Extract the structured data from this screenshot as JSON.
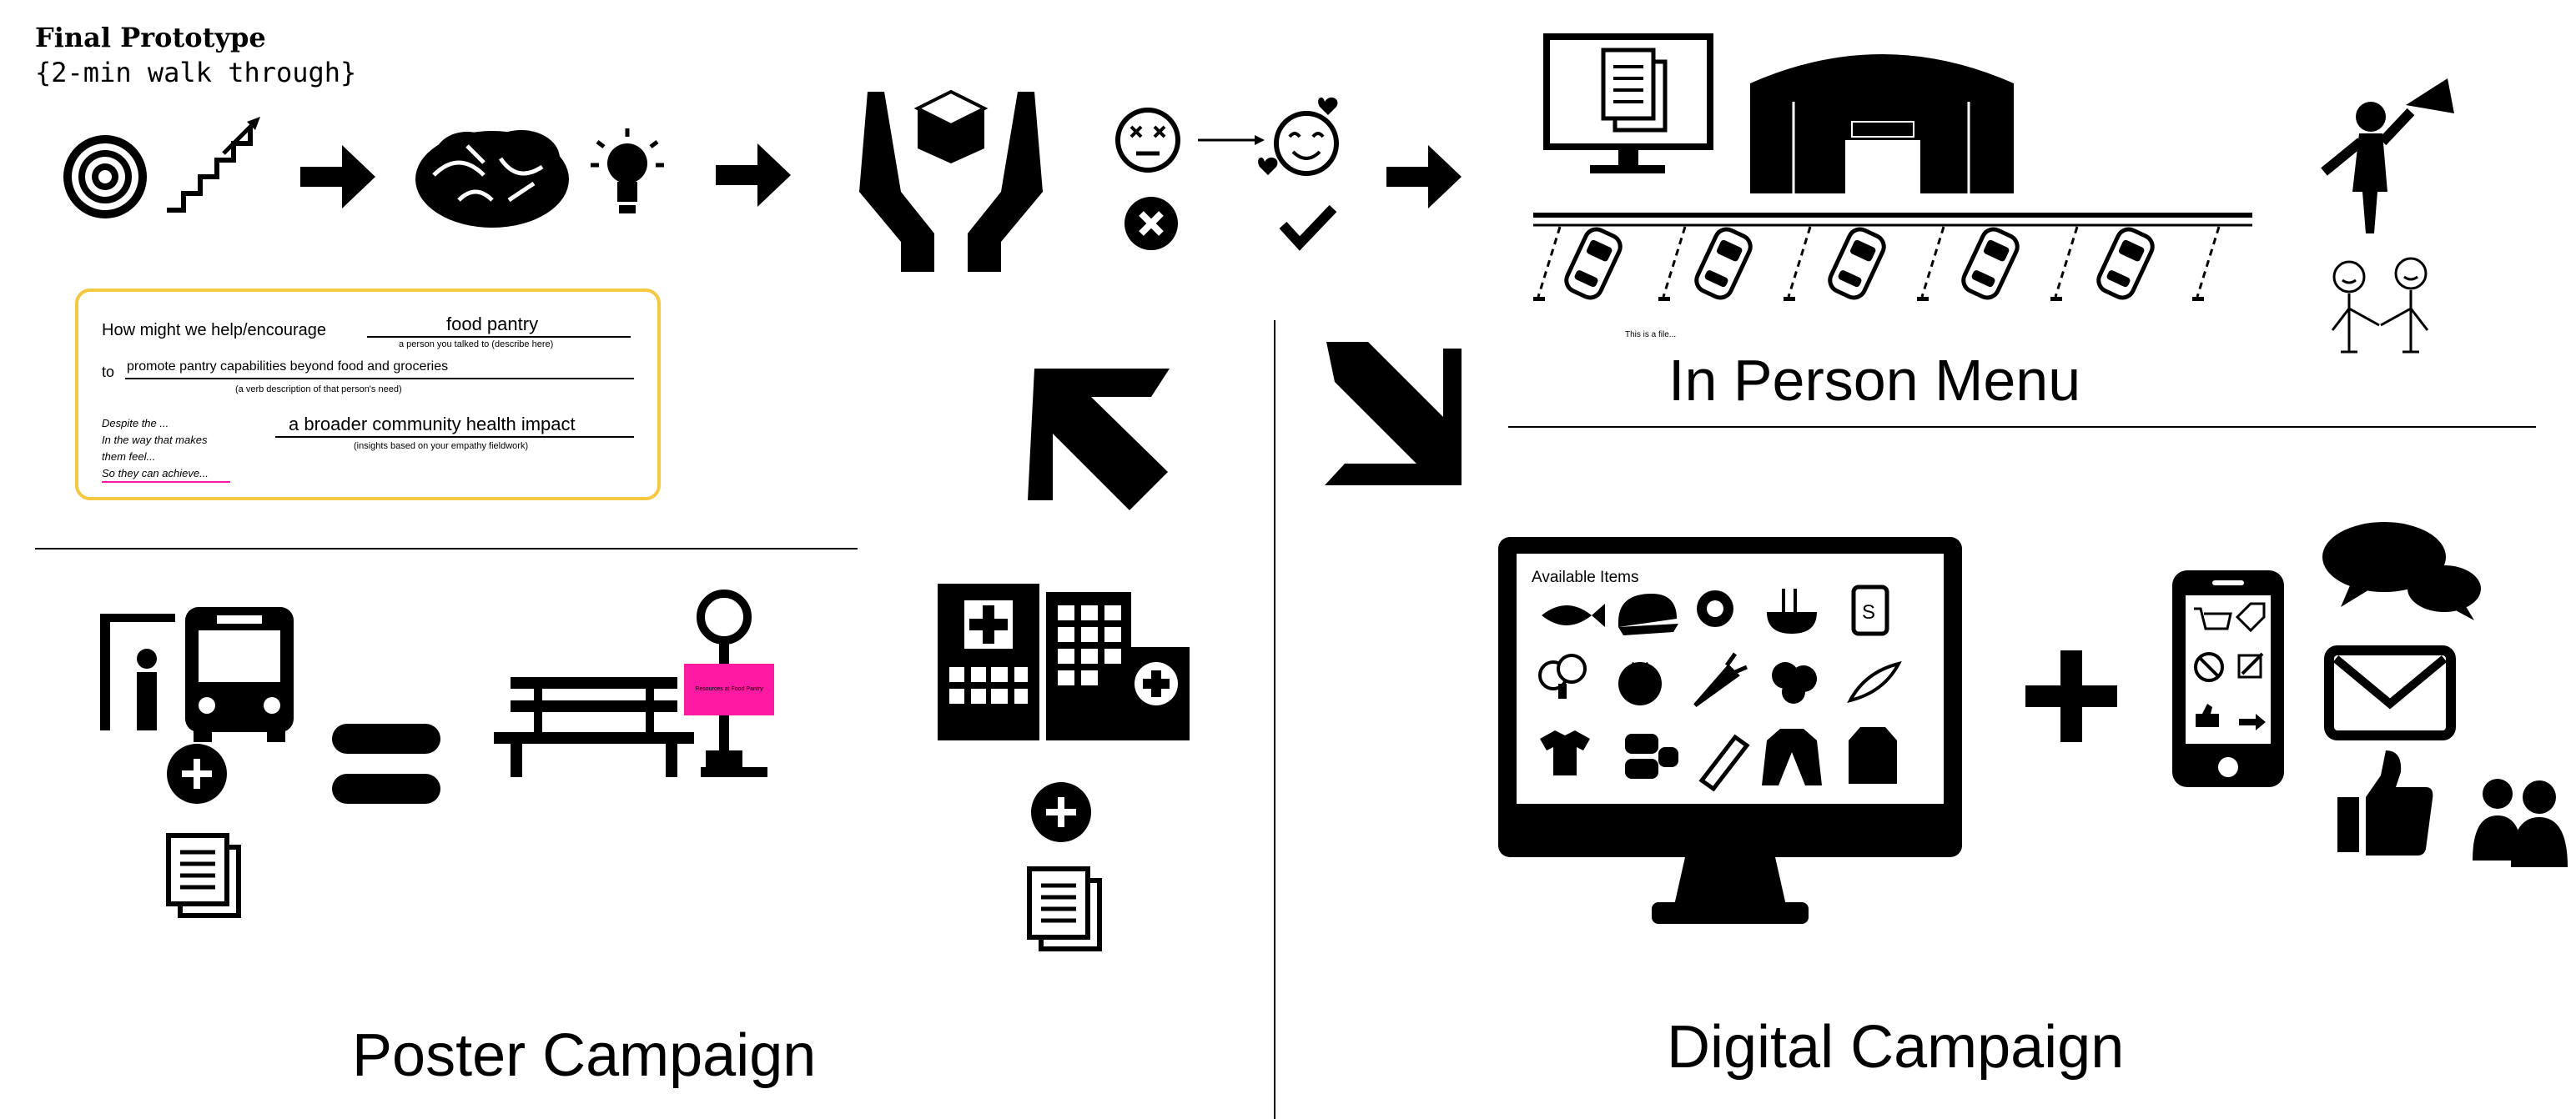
{
  "header": {
    "title": "Final Prototype",
    "subtitle": "{2-min walk through}"
  },
  "hmw_card": {
    "line1_prefix": "How might we help/encourage",
    "line1_value": "food pantry",
    "line1_hint": "a person you talked to (describe here)",
    "line2_prefix": "to",
    "line2_value": "promote pantry capabilities beyond food and groceries",
    "line2_hint": "(a verb description of that person's need)",
    "line3_prefix_a": "Despite the ...",
    "line3_prefix_b": "In the way that makes",
    "line3_prefix_c": "them feel...",
    "line3_prefix_d": "So they can achieve...",
    "line3_value": "a broader community health impact",
    "line3_hint": "(insights based on your empathy fieldwork)"
  },
  "in_person": {
    "screen_caption": "This is a file...",
    "label": "In  Person Menu"
  },
  "poster": {
    "sign_text": "Resources at Food Pantry",
    "label": "Poster Campaign",
    "sign_color": "#ff1aa3"
  },
  "digital": {
    "monitor_title": "Available Items",
    "label": "Digital Campaign"
  },
  "card_border_color": "#f5c842"
}
